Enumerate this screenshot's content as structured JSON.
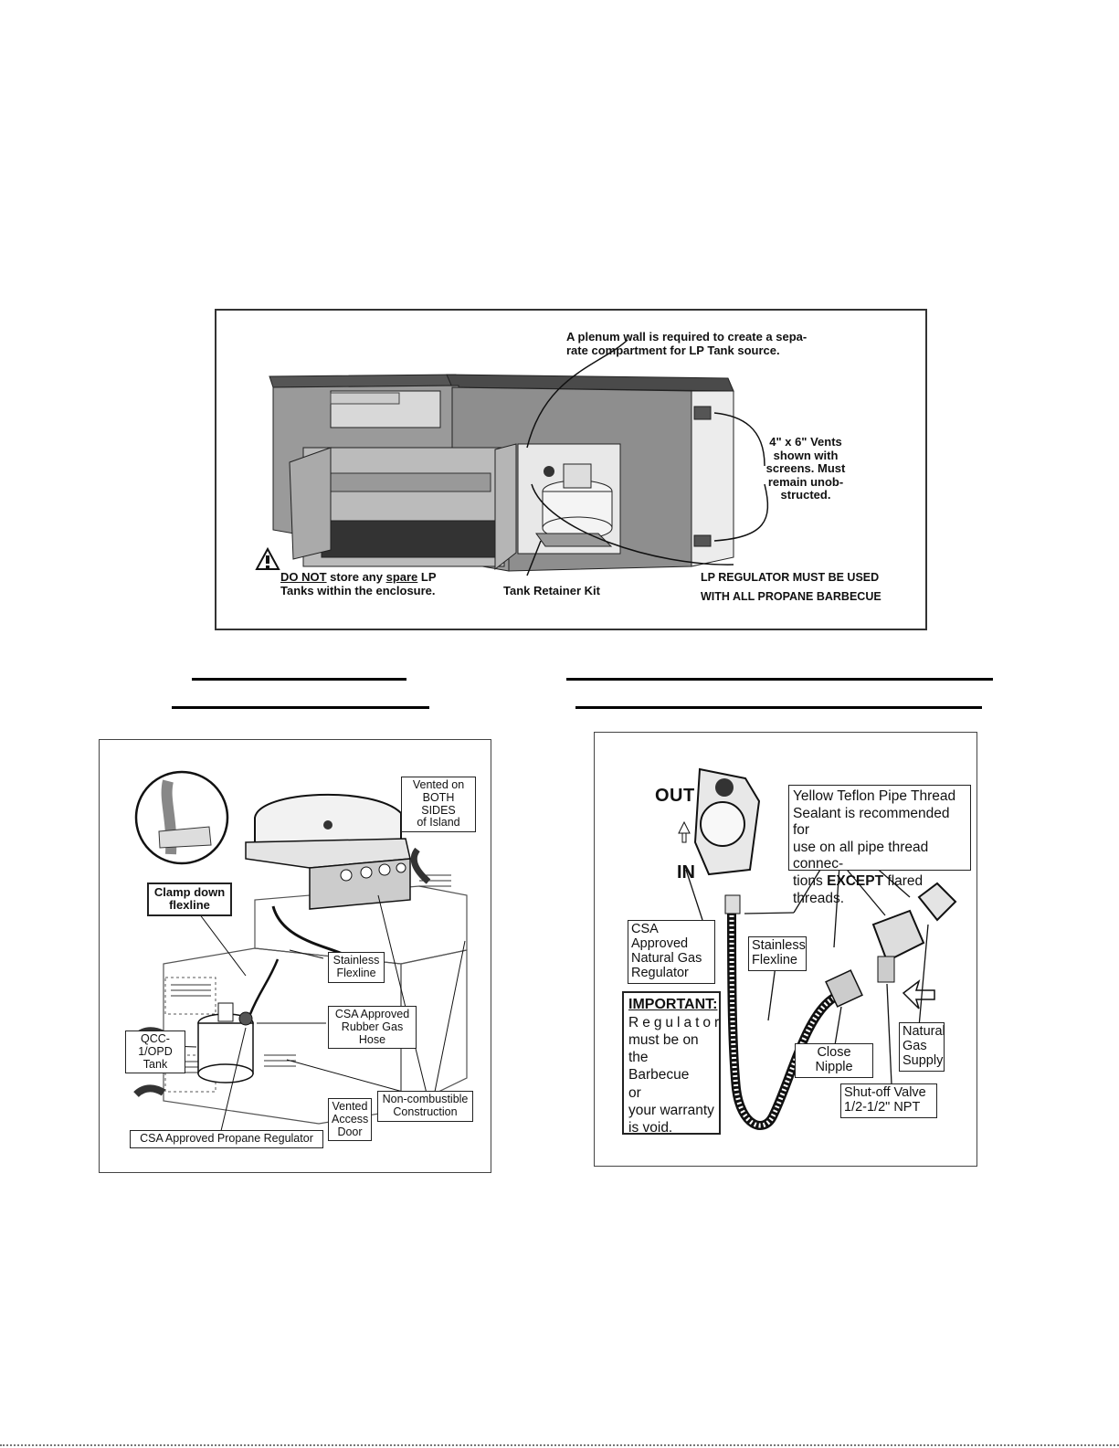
{
  "top_panel": {
    "plenum_note": [
      "A plenum wall is required to create a sepa-",
      "rate compartment for LP Tank source."
    ],
    "vents_note": [
      "4\" x 6\" Vents",
      "shown with",
      "screens. Must",
      "remain unob-",
      "structed."
    ],
    "warning_prefix": "DO NOT",
    "warning_mid1": " store any ",
    "warning_spare": "spare",
    "warning_mid2": " LP",
    "warning_line2": "Tanks within the enclosure.",
    "tank_retainer": "Tank Retainer Kit",
    "regulator_note": [
      "LP REGULATOR MUST BE USED",
      "WITH ALL PROPANE BARBECUE"
    ]
  },
  "left_panel": {
    "vented_sides": [
      "Vented on",
      "BOTH SIDES",
      "of Island"
    ],
    "clamp": [
      "Clamp down",
      "flexline"
    ],
    "stainless": [
      "Stainless",
      "Flexline"
    ],
    "rubber_hose": [
      "CSA Approved",
      "Rubber Gas Hose"
    ],
    "tank": [
      "QCC-1/OPD",
      "Tank"
    ],
    "non_combustible": [
      "Non-combustible",
      "Construction"
    ],
    "vented_door": [
      "Vented",
      "Access",
      "Door"
    ],
    "propane_regulator": "CSA Approved Propane Regulator"
  },
  "right_panel": {
    "out": "OUT",
    "in": "IN",
    "teflon": [
      "Yellow Teflon Pipe Thread",
      "Sealant is recommended for",
      "use on all pipe thread connec-"
    ],
    "teflon_last_a": "tions ",
    "teflon_except": "EXCEPT",
    "teflon_last_b": " flared threads.",
    "ng_regulator": [
      "CSA Approved",
      "Natural Gas",
      "Regulator"
    ],
    "stainless": [
      "Stainless",
      "Flexline"
    ],
    "important_title": "IMPORTANT:",
    "important_body": [
      "Regulator",
      "must be on the",
      "Barbecue or",
      "your warranty",
      "is void."
    ],
    "close_nipple": "Close Nipple",
    "ng_supply": [
      "Natural",
      "Gas",
      "Supply"
    ],
    "shutoff": [
      "Shut-off Valve",
      "1/2-1/2\" NPT"
    ]
  }
}
